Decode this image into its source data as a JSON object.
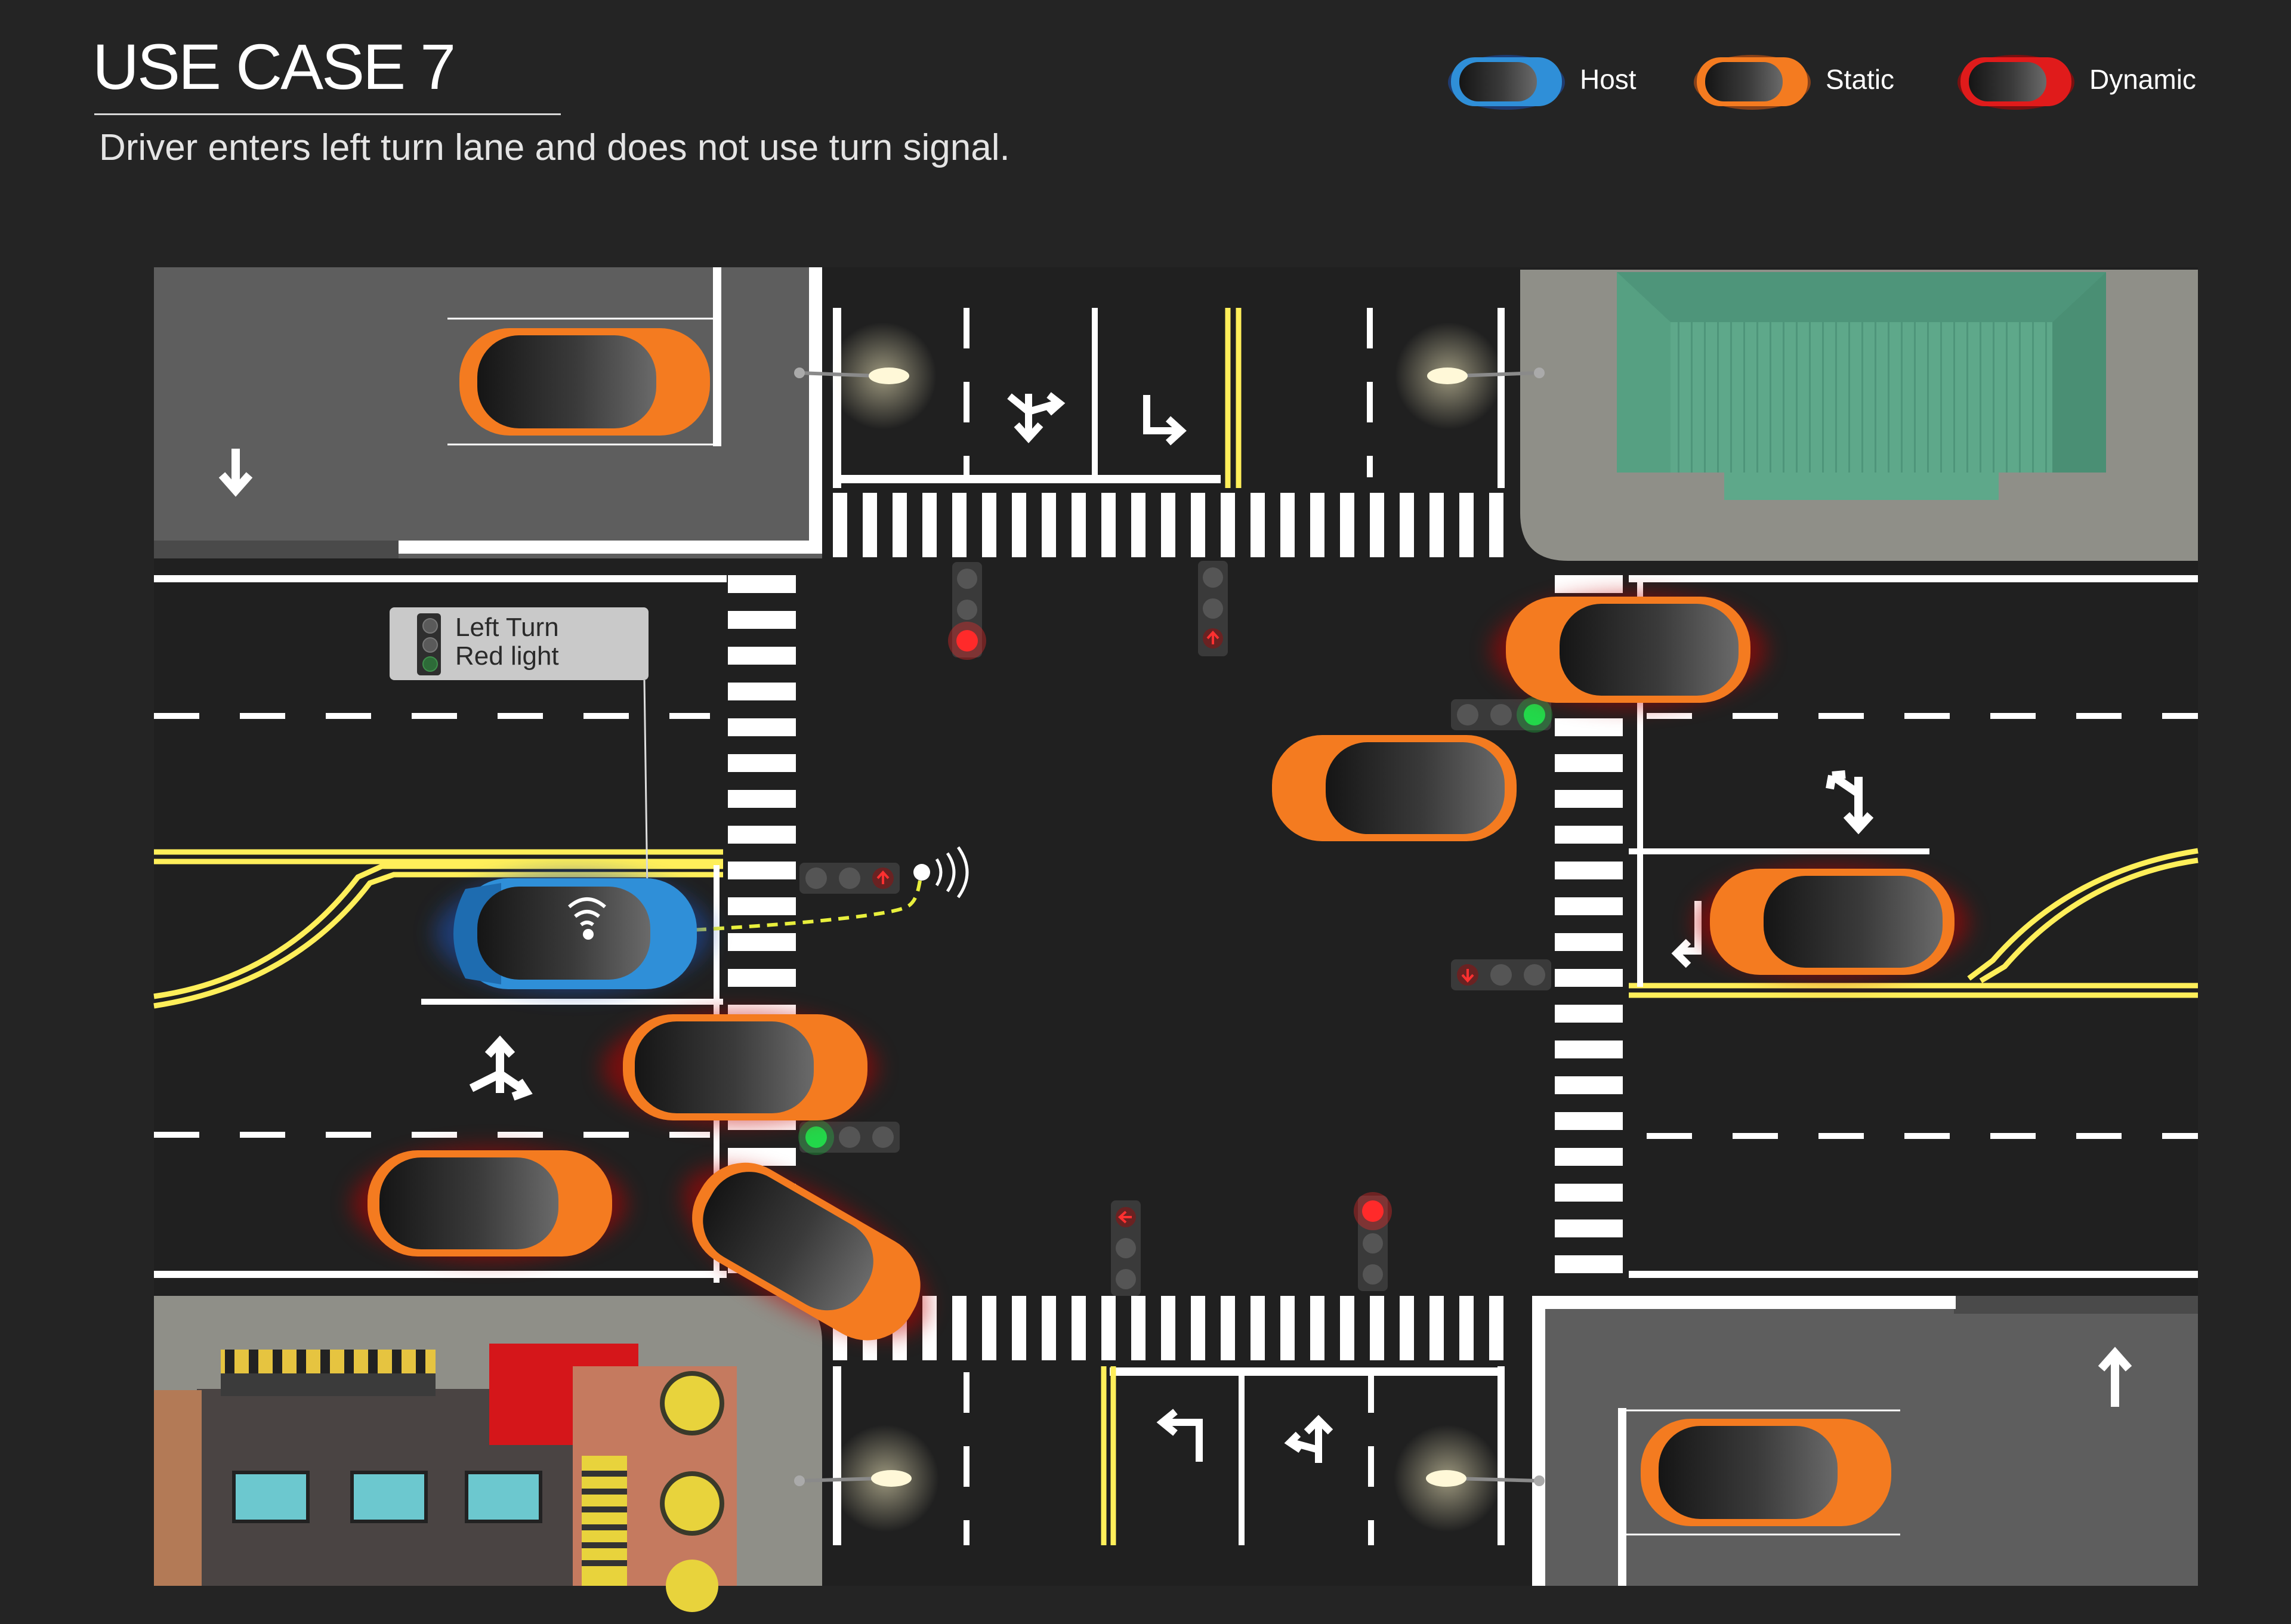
{
  "header": {
    "title": "USE CASE 7",
    "subtitle": "Driver enters left turn lane and does not use turn signal."
  },
  "legend": [
    {
      "label": "Host",
      "color": "#2f8fd8",
      "glow": "#1b4fae"
    },
    {
      "label": "Static",
      "color": "#f47b20",
      "glow": "#d85a10"
    },
    {
      "label": "Dynamic",
      "color": "#e01b1b",
      "glow": "#c00000"
    }
  ],
  "callout": {
    "line1": "Left Turn",
    "line2": "Red light",
    "signal_icon": "left-arrow-signal-icon"
  },
  "colors": {
    "background": "#242424",
    "road": "#202020",
    "sidewalk": "#8f8f88",
    "parking_lot": "#5e5e5e",
    "lane_marking": "#ffffff",
    "center_line": "#ffef5a",
    "building_roof": "#5ea88a",
    "signal_red": "#ff2a2a",
    "signal_green": "#22d84a",
    "sensor_link": "#e8ef3c"
  },
  "icons": {
    "wifi": "wireless-signal-icon",
    "street_lamp": "street-lamp-icon",
    "traffic_light": "traffic-light-icon",
    "lane_arrow": "lane-arrow-icon"
  }
}
